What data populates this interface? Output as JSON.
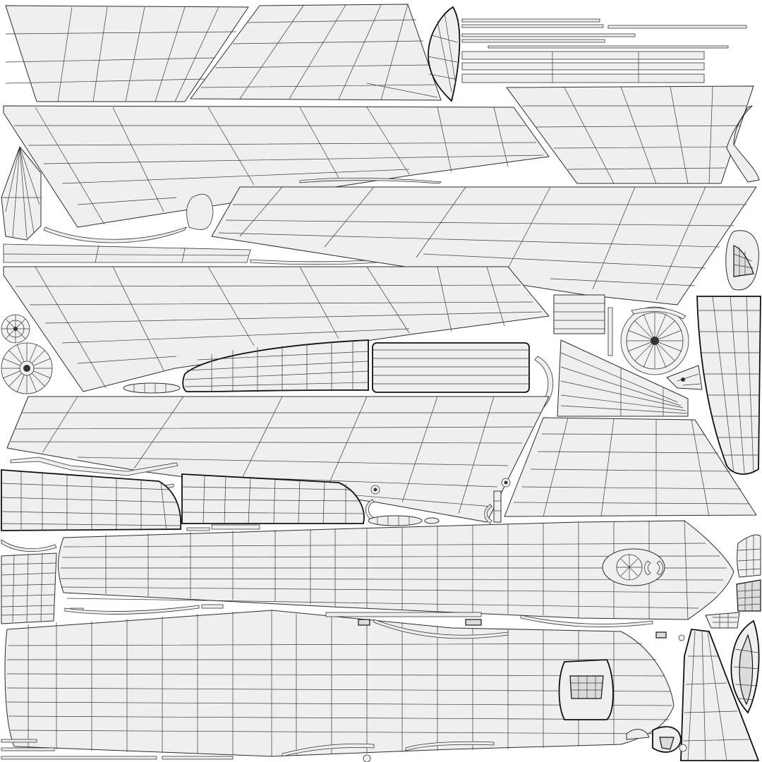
{
  "sheet": {
    "kind": "UV texture layout wireframe",
    "colors": {
      "background": "#ffffff",
      "panel_fill": "#efefef",
      "wire": "#2b2b2b"
    },
    "islands": [
      {
        "name": "wing-upper-left",
        "shape": "trapezoid"
      },
      {
        "name": "wing-upper-center",
        "shape": "trapezoid"
      },
      {
        "name": "rudder-blade-top",
        "shape": "ellipse"
      },
      {
        "name": "thin-strips",
        "shape": "strips"
      },
      {
        "name": "tailplane-right",
        "shape": "trapezoid"
      },
      {
        "name": "long-wing-panel-1",
        "shape": "wedge"
      },
      {
        "name": "nose-cone",
        "shape": "cone"
      },
      {
        "name": "long-wing-panel-2",
        "shape": "wedge"
      },
      {
        "name": "long-wing-panel-3",
        "shape": "wedge"
      },
      {
        "name": "long-wing-panel-4",
        "shape": "wedge"
      },
      {
        "name": "engine-disc-small",
        "shape": "disc"
      },
      {
        "name": "engine-disc-large",
        "shape": "disc"
      },
      {
        "name": "nacelle-center",
        "shape": "pod"
      },
      {
        "name": "panel-rounded",
        "shape": "rect"
      },
      {
        "name": "fin-triangle",
        "shape": "triangle"
      },
      {
        "name": "engine-disc-right",
        "shape": "disc"
      },
      {
        "name": "fin-tall-right",
        "shape": "fin"
      },
      {
        "name": "flap-right",
        "shape": "trapezoid"
      },
      {
        "name": "nacelle-left",
        "shape": "pod"
      },
      {
        "name": "nacelle-mid",
        "shape": "pod"
      },
      {
        "name": "fuselage-upper",
        "shape": "fuselage"
      },
      {
        "name": "fuselage-lower",
        "shape": "fuselage"
      },
      {
        "name": "vertical-fin-bottom-right",
        "shape": "fin"
      },
      {
        "name": "rudder-blade-bottom",
        "shape": "ellipse"
      }
    ]
  }
}
